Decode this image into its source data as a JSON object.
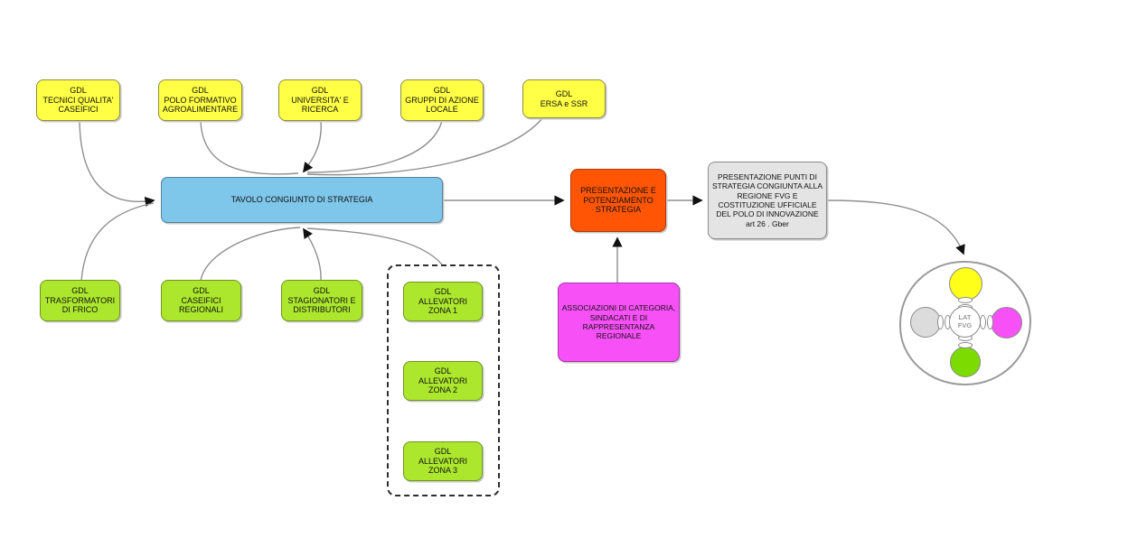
{
  "diagram_title": "",
  "colors": {
    "yellow_node": "#FFFF45",
    "green_node": "#ACE72E",
    "blue_hub": "#7EC6EA",
    "orange_node": "#FF5505",
    "magenta_node": "#F750F7",
    "gray_node": "#E4E4E4",
    "edge_line": "#8f8f8f",
    "arrowhead": "#111111"
  },
  "nodes": {
    "top_row": [
      {
        "label": "GDL\nTECNICI QUALITA'\nCASEIFICI"
      },
      {
        "label": "GDL\nPOLO FORMATIVO\nAGROALIMENTARE"
      },
      {
        "label": "GDL\nUNIVERSITA' E\nRICERCA"
      },
      {
        "label": "GDL\nGRUPPI DI AZIONE\nLOCALE"
      },
      {
        "label": "GDL\nERSA e SSR"
      }
    ],
    "hub": {
      "label": "TAVOLO CONGIUNTO DI STRATEGIA"
    },
    "bottom_row": [
      {
        "label": "GDL\nTRASFORMATORI\nDI FRICO"
      },
      {
        "label": "GDL\nCASEIFICI\nREGIONALI"
      },
      {
        "label": "GDL\nSTAGIONATORI E\nDISTRIBUTORI"
      }
    ],
    "allevatori_group": [
      {
        "label": "GDL\nALLEVATORI\nZONA 1"
      },
      {
        "label": "GDL\nALLEVATORI\nZONA 2"
      },
      {
        "label": "GDL\nALLEVATORI\nZONA 3"
      }
    ],
    "presentation": {
      "label": "PRESENTAZIONE E\nPOTENZIAMENTO\nSTRATEGIA"
    },
    "associations": {
      "label": "ASSOCIAZIONI DI CATEGORIA,\nSINDACATI E DI\nRAPPRESENTANZA\nREGIONALE"
    },
    "final_presentation": {
      "label": "PRESENTAZIONE PUNTI DI\nSTRATEGIA CONGIUNTA ALLA\nREGIONE FVG E\nCOSTITUZIONE UFFICIALE\nDEL POLO DI INNOVAZIONE\nart 26 . Gber"
    },
    "hub_circle": {
      "center_label": "LAT\nFVG",
      "satellites": [
        {
          "position": "top",
          "color": "#FFFF1A"
        },
        {
          "position": "right",
          "color": "#F750F7"
        },
        {
          "position": "bottom",
          "color": "#7CDB00"
        },
        {
          "position": "left",
          "color": "#DCDCDC"
        }
      ]
    }
  }
}
